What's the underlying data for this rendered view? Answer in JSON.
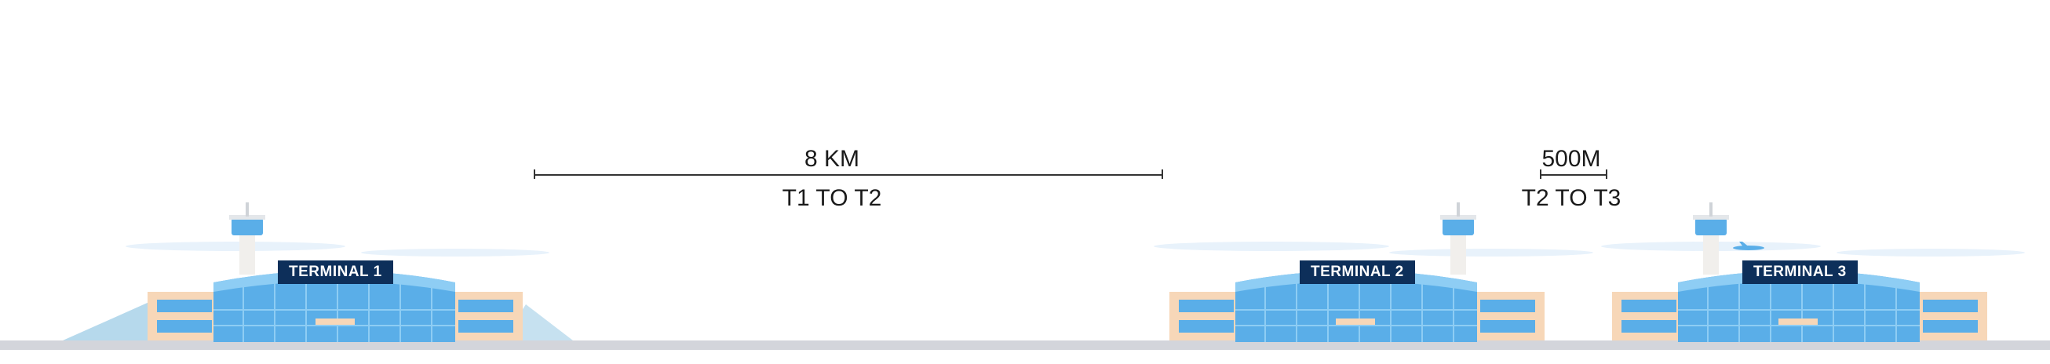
{
  "distances": [
    {
      "value_label": "8 KM",
      "route_label": "T1 TO T2"
    },
    {
      "value_label": "500M",
      "route_label": "T2 TO T3"
    }
  ],
  "terminals": [
    {
      "name": "TERMINAL 1"
    },
    {
      "name": "TERMINAL 2"
    },
    {
      "name": "TERMINAL 3"
    }
  ],
  "colors": {
    "ground": "#d3d5db",
    "glass": "#5aaee8",
    "glass_light": "#8ecdf4",
    "wing": "#f7d7b8",
    "label_bg": "#0d2f5a",
    "tower": "#f1efec",
    "cloud": "#e8f2fb"
  }
}
